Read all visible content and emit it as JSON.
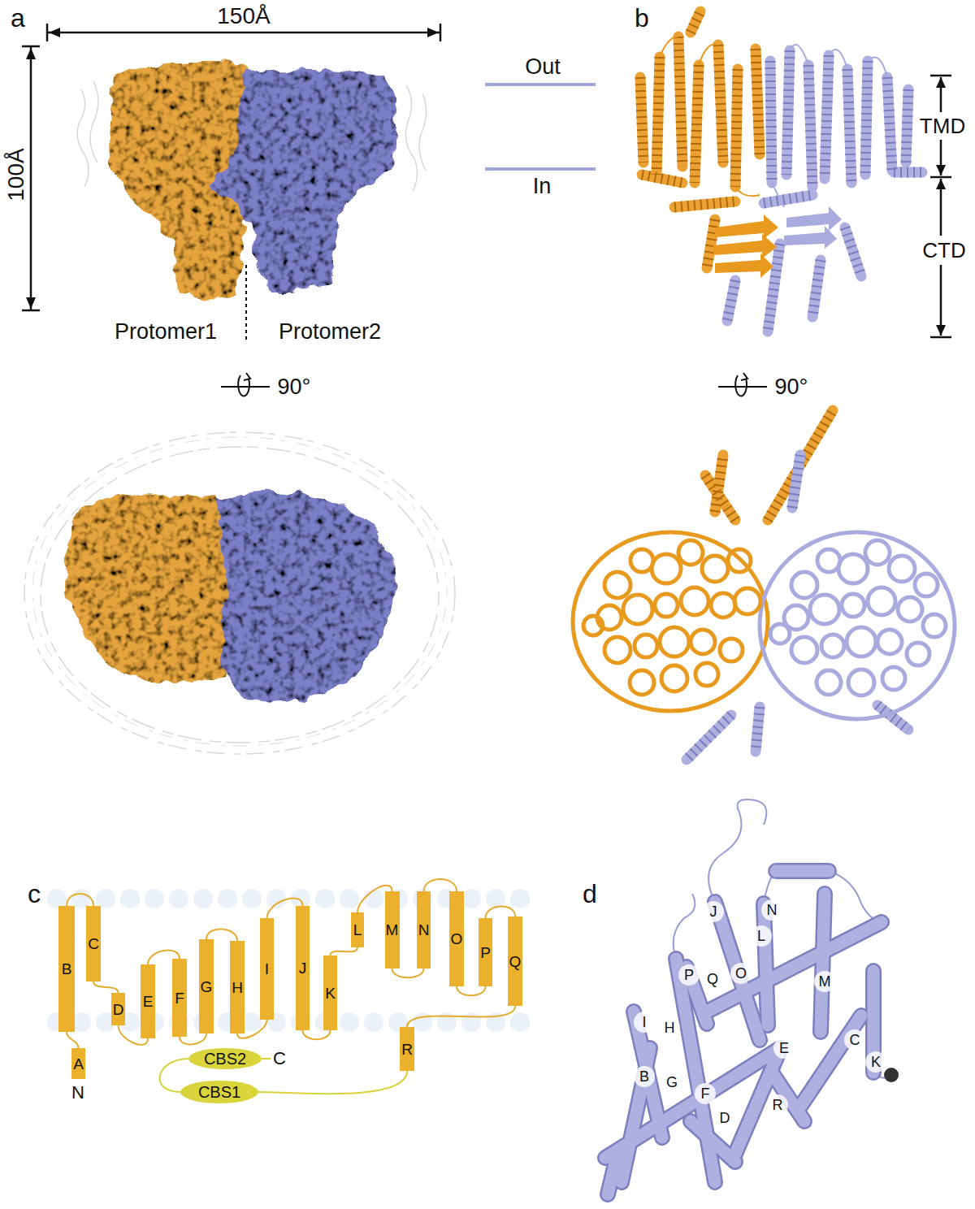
{
  "diagram": {
    "nodes": [
      {
        "text": [
          "A"
        ]
      },
      {
        "text": [
          "B"
        ]
      },
      {
        "text": [
          "C"
        ]
      },
      {
        "text": [
          "D"
        ]
      },
      {
        "text": [
          "E"
        ]
      },
      {
        "text": [
          "F"
        ]
      },
      {
        "text": [
          "G"
        ]
      },
      {
        "text": [
          "H"
        ]
      },
      {
        "text": [
          "I"
        ]
      },
      {
        "text": [
          "J"
        ]
      },
      {
        "text": [
          "K"
        ]
      },
      {
        "text": [
          "L"
        ]
      },
      {
        "text": [
          "M"
        ]
      },
      {
        "text": [
          "N"
        ]
      },
      {
        "text": [
          "O"
        ]
      },
      {
        "text": [
          "P"
        ]
      },
      {
        "text": [
          "Q"
        ]
      },
      {
        "text": [
          "R"
        ]
      },
      {
        "text": [
          "CBS1"
        ]
      },
      {
        "text": [
          "CBS2"
        ]
      },
      {
        "text": [
          "J"
        ]
      },
      {
        "text": [
          "N"
        ]
      },
      {
        "text": [
          "L"
        ]
      },
      {
        "text": [
          "P"
        ]
      },
      {
        "text": [
          "Q"
        ]
      },
      {
        "text": [
          "O"
        ]
      },
      {
        "text": [
          "M"
        ]
      },
      {
        "text": [
          "I"
        ]
      },
      {
        "text": [
          "H"
        ]
      },
      {
        "text": [
          "E"
        ]
      },
      {
        "text": [
          "C"
        ]
      },
      {
        "text": [
          "K"
        ]
      },
      {
        "text": [
          "B"
        ]
      },
      {
        "text": [
          "G"
        ]
      },
      {
        "text": [
          "F"
        ]
      },
      {
        "text": [
          "D"
        ]
      },
      {
        "text": [
          "R"
        ]
      }
    ],
    "edges": [
      {
        "from": 0,
        "to": 1,
        "arrow": "none"
      },
      {
        "from": 1,
        "to": 2,
        "arrow": "none"
      },
      {
        "from": 2,
        "to": 3,
        "arrow": "none"
      },
      {
        "from": 3,
        "to": 4,
        "arrow": "none"
      },
      {
        "from": 4,
        "to": 5,
        "arrow": "none"
      },
      {
        "from": 5,
        "to": 6,
        "arrow": "none"
      },
      {
        "from": 6,
        "to": 7,
        "arrow": "none"
      },
      {
        "from": 7,
        "to": 8,
        "arrow": "none"
      },
      {
        "from": 8,
        "to": 9,
        "arrow": "none"
      },
      {
        "from": 9,
        "to": 10,
        "arrow": "none"
      },
      {
        "from": 10,
        "to": 11,
        "arrow": "none"
      },
      {
        "from": 11,
        "to": 12,
        "arrow": "none"
      },
      {
        "from": 12,
        "to": 13,
        "arrow": "none"
      },
      {
        "from": 13,
        "to": 14,
        "arrow": "none"
      },
      {
        "from": 14,
        "to": 15,
        "arrow": "none"
      },
      {
        "from": 15,
        "to": 16,
        "arrow": "none"
      },
      {
        "from": 16,
        "to": 17,
        "arrow": "none"
      },
      {
        "from": 17,
        "to": 18,
        "arrow": "none"
      },
      {
        "from": 18,
        "to": 19,
        "arrow": "none"
      }
    ],
    "labels": [
      "a",
      "150Å",
      "100Å",
      "Protomer1",
      "Protomer2",
      "90°",
      "Out",
      "In",
      "b",
      "TMD",
      "CTD",
      "90°",
      "c",
      "N",
      "C",
      "d"
    ]
  }
}
